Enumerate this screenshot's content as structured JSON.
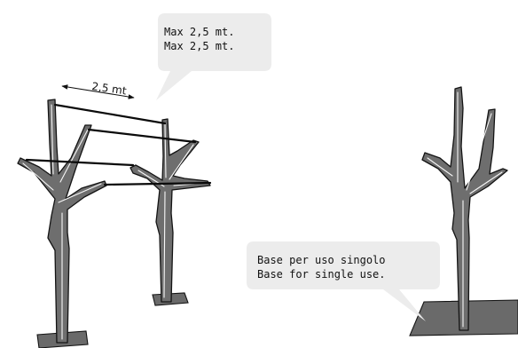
{
  "annotations": {
    "span_label": "2,5 mt",
    "max_bubble": {
      "line1": "Max 2,5 mt.",
      "line2": "Max 2,5 mt."
    },
    "base_bubble": {
      "line1": "Base per uso singolo",
      "line2": "Base for single use."
    }
  },
  "colors": {
    "post_fill": "#6e6e6e",
    "outline": "#141414",
    "bubble_fill": "#ececec",
    "rope": "#0b0b0b"
  }
}
